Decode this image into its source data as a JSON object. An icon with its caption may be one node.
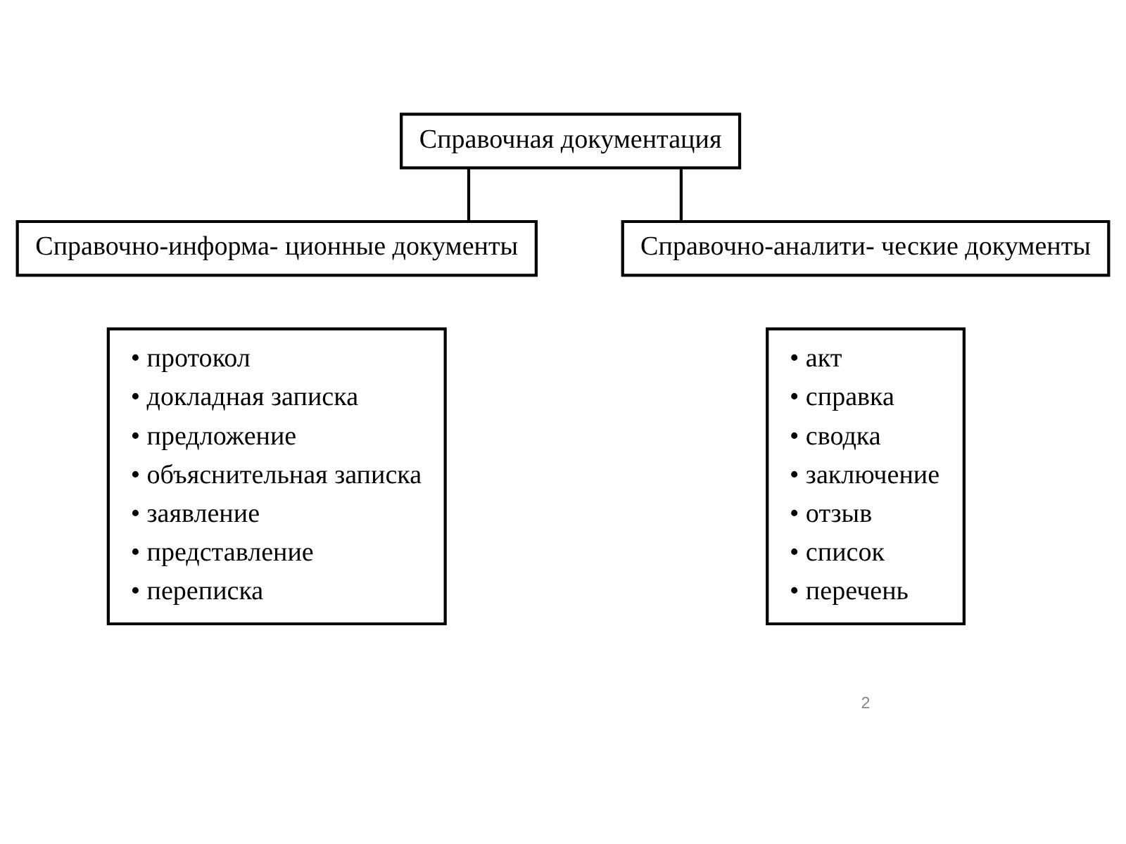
{
  "diagram": {
    "nodes": [
      {
        "text": [
          "Справочная документация"
        ]
      },
      {
        "text": [
          "Справочно-информа- ционные документы"
        ]
      },
      {
        "text": [
          "Справочно-аналити- ческие документы"
        ]
      },
      {
        "text": [
          "• протокол",
          "• докладная записка",
          "• предложение",
          "• объяснительная записка",
          "• заявление",
          "• представление",
          "• переписка"
        ]
      },
      {
        "text": [
          "• акт",
          "• справка",
          "• сводка",
          "• заключение",
          "• отзыв",
          "• список",
          "• перечень"
        ]
      }
    ],
    "edges": [
      {
        "from": 0,
        "to": 1,
        "arrow": "none"
      },
      {
        "from": 0,
        "to": 2,
        "arrow": "none"
      }
    ],
    "labels": [
      "2"
    ]
  }
}
